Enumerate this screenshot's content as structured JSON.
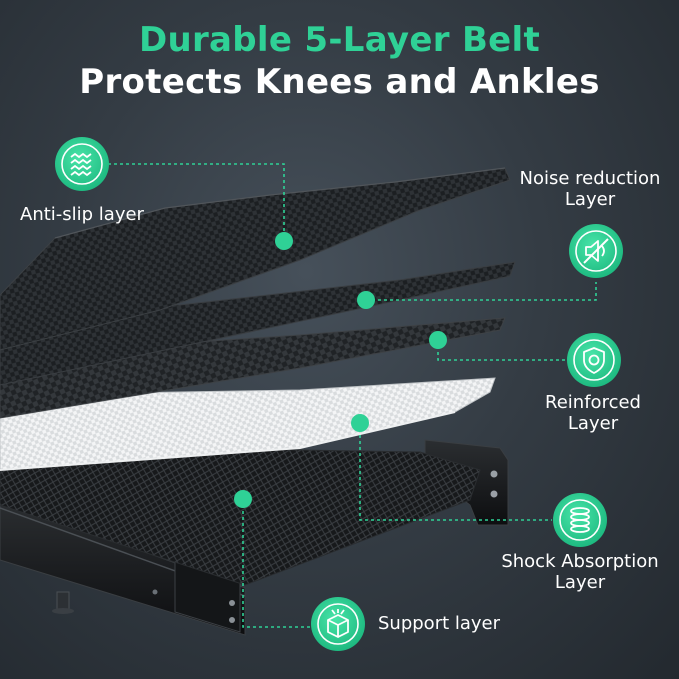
{
  "heading": {
    "line1": "Durable 5-Layer Belt",
    "line2": "Protects Knees and Ankles"
  },
  "colors": {
    "accent": "#2fd196",
    "accent_dark": "#16a872",
    "background": "#2f363d"
  },
  "layers": [
    {
      "label": "Anti-slip layer",
      "icon": "anti-slip-wave-icon"
    },
    {
      "label_line1": "Noise reduction",
      "label_line2": "Layer",
      "icon": "speaker-mute-icon"
    },
    {
      "label_line1": "Reinforced",
      "label_line2": "Layer",
      "icon": "shield-icon"
    },
    {
      "label_line1": "Shock Absorption",
      "label_line2": "Layer",
      "icon": "spring-coil-icon"
    },
    {
      "label": "Support layer",
      "icon": "support-cube-icon"
    }
  ]
}
